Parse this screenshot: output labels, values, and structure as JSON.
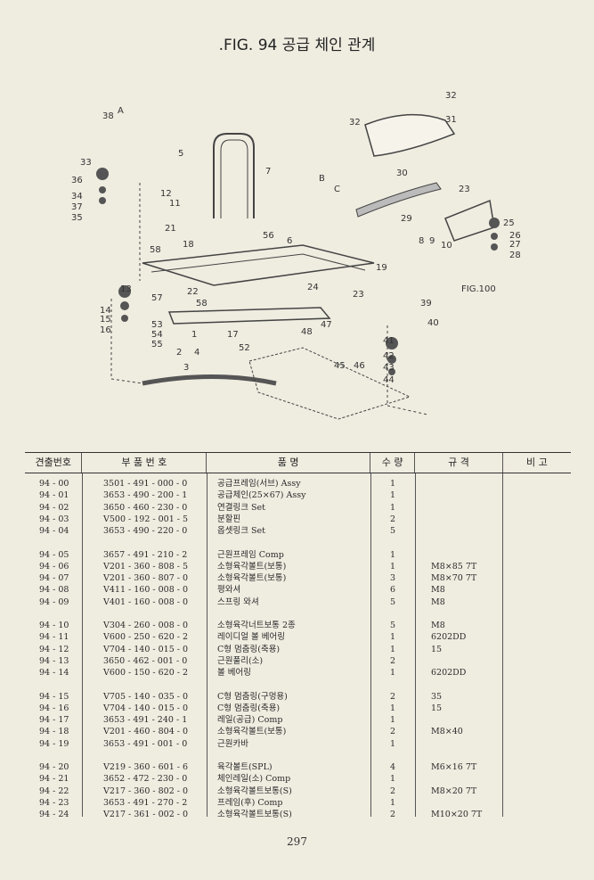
{
  "title": ".FIG. 94 공급 체인 관계",
  "diagram": {
    "callouts": [
      "1",
      "2",
      "3",
      "4",
      "5",
      "6",
      "7",
      "8",
      "9",
      "10",
      "11",
      "12",
      "13",
      "14",
      "15",
      "16",
      "17",
      "18",
      "19",
      "21",
      "22",
      "23",
      "24",
      "25",
      "26",
      "27",
      "28",
      "29",
      "30",
      "31",
      "32",
      "33",
      "34",
      "35",
      "36",
      "37",
      "38",
      "39",
      "40",
      "41",
      "42",
      "43",
      "44",
      "45",
      "46",
      "47",
      "48",
      "52",
      "53",
      "54",
      "55",
      "56",
      "57",
      "58",
      "A",
      "B",
      "C",
      "FIG.100"
    ]
  },
  "table": {
    "headers": [
      "견출번호",
      "부 품 번 호",
      "품 명",
      "수 량",
      "규 격",
      "비 고"
    ],
    "rows": [
      {
        "ref": "94 - 00",
        "part": "3501 - 491 - 000 - 0",
        "name": "공급프레임(서브) Assy",
        "qty": "1",
        "spec": ""
      },
      {
        "ref": "94 - 01",
        "part": "3653 - 490 - 200 - 1",
        "name": "공급체인(25×67) Assy",
        "qty": "1",
        "spec": ""
      },
      {
        "ref": "94 - 02",
        "part": "3650 - 460 - 230 - 0",
        "name": "연결링크 Set",
        "qty": "1",
        "spec": ""
      },
      {
        "ref": "94 - 03",
        "part": "V500 - 192 - 001 - 5",
        "name": "분할핀",
        "qty": "2",
        "spec": ""
      },
      {
        "ref": "94 - 04",
        "part": "3653 - 490 - 220 - 0",
        "name": "옵셋링크 Set",
        "qty": "5",
        "spec": ""
      },
      {
        "ref": "94 - 05",
        "part": "3657 - 491 - 210 - 2",
        "name": "근원프레임 Comp",
        "qty": "1",
        "spec": ""
      },
      {
        "ref": "94 - 06",
        "part": "V201 - 360 - 808 - 5",
        "name": "소형육각볼트(보통)",
        "qty": "1",
        "spec": "M8×85 7T"
      },
      {
        "ref": "94 - 07",
        "part": "V201 - 360 - 807 - 0",
        "name": "소형육각볼트(보통)",
        "qty": "3",
        "spec": "M8×70 7T"
      },
      {
        "ref": "94 - 08",
        "part": "V411 - 160 - 008 - 0",
        "name": "평와셔",
        "qty": "6",
        "spec": "M8"
      },
      {
        "ref": "94 - 09",
        "part": "V401 - 160 - 008 - 0",
        "name": "스프링 와셔",
        "qty": "5",
        "spec": "M8"
      },
      {
        "ref": "94 - 10",
        "part": "V304 - 260 - 008 - 0",
        "name": "소형육각너트보통 2종",
        "qty": "5",
        "spec": "M8"
      },
      {
        "ref": "94 - 11",
        "part": "V600 - 250 - 620 - 2",
        "name": "레이디얼 볼 베어링",
        "qty": "1",
        "spec": "6202DD"
      },
      {
        "ref": "94 - 12",
        "part": "V704 - 140 - 015 - 0",
        "name": "C형 멈춤링(축용)",
        "qty": "1",
        "spec": "15"
      },
      {
        "ref": "94 - 13",
        "part": "3650 - 462 - 001 - 0",
        "name": "근원풀리(소)",
        "qty": "2",
        "spec": ""
      },
      {
        "ref": "94 - 14",
        "part": "V600 - 150 - 620 - 2",
        "name": "볼 베어링",
        "qty": "1",
        "spec": "6202DD"
      },
      {
        "ref": "94 - 15",
        "part": "V705 - 140 - 035 - 0",
        "name": "C형 멈춤링(구멍용)",
        "qty": "2",
        "spec": "35"
      },
      {
        "ref": "94 - 16",
        "part": "V704 - 140 - 015 - 0",
        "name": "C형 멈춤링(축용)",
        "qty": "1",
        "spec": "15"
      },
      {
        "ref": "94 - 17",
        "part": "3653 - 491 - 240 - 1",
        "name": "레일(공급) Comp",
        "qty": "1",
        "spec": ""
      },
      {
        "ref": "94 - 18",
        "part": "V201 - 460 - 804 - 0",
        "name": "소형육각볼트(보통)",
        "qty": "2",
        "spec": "M8×40"
      },
      {
        "ref": "94 - 19",
        "part": "3653 - 491 - 001 - 0",
        "name": "근원카바",
        "qty": "1",
        "spec": ""
      },
      {
        "ref": "94 - 20",
        "part": "V219 - 360 - 601 - 6",
        "name": "육각볼트(SPL)",
        "qty": "4",
        "spec": "M6×16 7T"
      },
      {
        "ref": "94 - 21",
        "part": "3652 - 472 - 230 - 0",
        "name": "체인레일(소) Comp",
        "qty": "1",
        "spec": ""
      },
      {
        "ref": "94 - 22",
        "part": "V217 - 360 - 802 - 0",
        "name": "소형육각볼트보통(S)",
        "qty": "2",
        "spec": "M8×20 7T"
      },
      {
        "ref": "94 - 23",
        "part": "3653 - 491 - 270 - 2",
        "name": "프레임(후) Comp",
        "qty": "1",
        "spec": ""
      },
      {
        "ref": "94 - 24",
        "part": "V217 - 361 - 002 - 0",
        "name": "소형육각볼트보통(S)",
        "qty": "2",
        "spec": "M10×20 7T"
      }
    ]
  },
  "page_number": "297"
}
